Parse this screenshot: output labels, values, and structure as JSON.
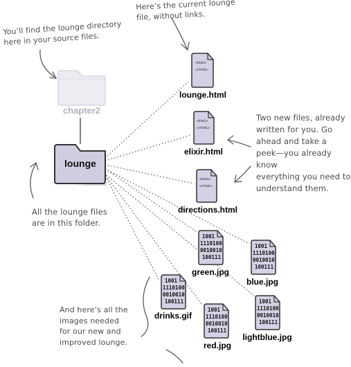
{
  "annotations": {
    "source_files": "You’ll find the lounge directory\nhere in your source files.",
    "current_lounge": "Here’s the current lounge\nfile, without links.",
    "new_files": "Two new files, already\nwritten for you. Go\nahead and take a\npeek—you already know\neverything you need to\nunderstand them.",
    "folder_note": "All the lounge files\nare in this folder.",
    "images_note": "And here’s all the\nimages needed\nfor our new and\nimproved lounge."
  },
  "folders": {
    "parent": "chapter2",
    "current": "lounge"
  },
  "files": {
    "lounge": "lounge.html",
    "elixir": "elixir.html",
    "directions": "directions.html",
    "green": "green.jpg",
    "blue": "blue.jpg",
    "drinks": "drinks.gif",
    "red": "red.jpg",
    "lightblue": "lightblue.jpg"
  },
  "icon_text": {
    "html_lines": [
      "<html>",
      "",
      "</html>"
    ],
    "binary_lines": [
      "1001",
      "1110100",
      "0010010",
      "100111"
    ]
  },
  "colors": {
    "folder_fill": "#cfcde0",
    "folder_parent_fill": "#ececf2",
    "file_fill": "#d3d1e4",
    "ink": "#4d4d4d"
  }
}
